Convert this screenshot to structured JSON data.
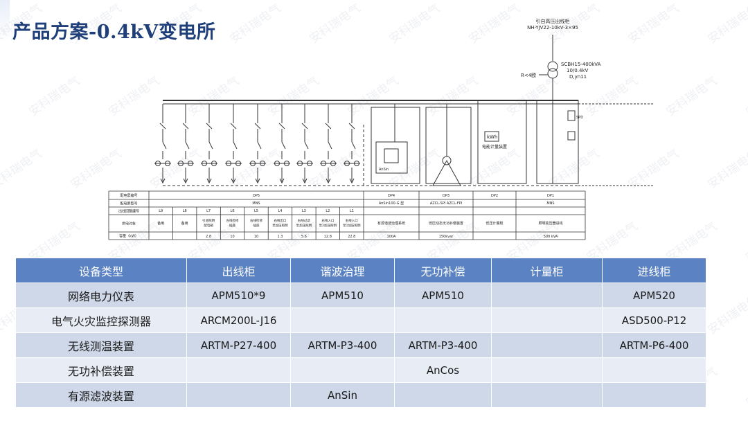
{
  "page": {
    "title": "产品方案-0.4kV变电所",
    "watermark": "安科瑞电气"
  },
  "diagram": {
    "incoming_label_1": "引自高压出线柜",
    "incoming_label_2": "NH-YJV22-10kV-3×95",
    "transformer_1": "SCBH15-400kVA",
    "transformer_2": "10/0.4kV",
    "transformer_3": "D,yn11",
    "relay": "R<4欧",
    "kwh": "kWh",
    "meter_device": "电能计量装置",
    "tag": "SPD",
    "bottom_tag": "AnSin",
    "row_headers": [
      "配电屏编号",
      "配电屏型号",
      "出线回路编号",
      "供电对象",
      "容量（kW）"
    ],
    "columns": [
      {
        "panel": "DP5",
        "model": "MNS",
        "span": 9
      },
      {
        "panel": "DP4",
        "model": "AnSin100-G 型",
        "span": 1
      },
      {
        "panel": "DP3",
        "model": "AZCL-SPI AZCL-FPI",
        "span": 1
      },
      {
        "panel": "DP2",
        "model": "",
        "span": 1
      },
      {
        "panel": "DP1",
        "model": "MNS",
        "span": 1
      }
    ],
    "circuits": [
      "L9",
      "L8",
      "L7",
      "L6",
      "L5",
      "L4",
      "L3",
      "L2",
      "L1"
    ],
    "targets": [
      "备用",
      "备用",
      "引道照明配电箱",
      "左线检修插座",
      "右线检修插座",
      "右线出口泵加压照明",
      "右线过滤泵加压照明",
      "右线入口泵2加压照明",
      "右线入口泵1加压照明"
    ],
    "capacities": [
      "",
      "",
      "2.8",
      "10",
      "10",
      "1.3",
      "5.6",
      "12.8",
      "22.8"
    ],
    "right_targets": [
      "有源谐波治理系统",
      "低压动态无功补偿装置",
      "低压计量柜",
      "照明变压器进线"
    ],
    "right_caps": [
      "100A",
      "150kvar",
      "",
      "500 kVA"
    ]
  },
  "table": {
    "headers": [
      "设备类型",
      "出线柜",
      "谐波治理",
      "无功补偿",
      "计量柜",
      "进线柜"
    ],
    "rows": [
      [
        "网络电力仪表",
        "APM510*9",
        "APM510",
        "APM510",
        "",
        "APM520"
      ],
      [
        "电气火灾监控探测器",
        "ARCM200L-J16",
        "",
        "",
        "",
        "ASD500-P12"
      ],
      [
        "无线测温装置",
        "ARTM-P27-400",
        "ARTM-P3-400",
        "ARTM-P3-400",
        "",
        "ARTM-P6-400"
      ],
      [
        "无功补偿装置",
        "",
        "",
        "AnCos",
        "",
        ""
      ],
      [
        "有源滤波装置",
        "",
        "AnSin",
        "",
        "",
        ""
      ]
    ]
  },
  "colors": {
    "title": "#1f3f7a",
    "header_bg": "#5b82c2",
    "row_odd": "#cfd8e8",
    "row_even": "#e8edf5"
  }
}
